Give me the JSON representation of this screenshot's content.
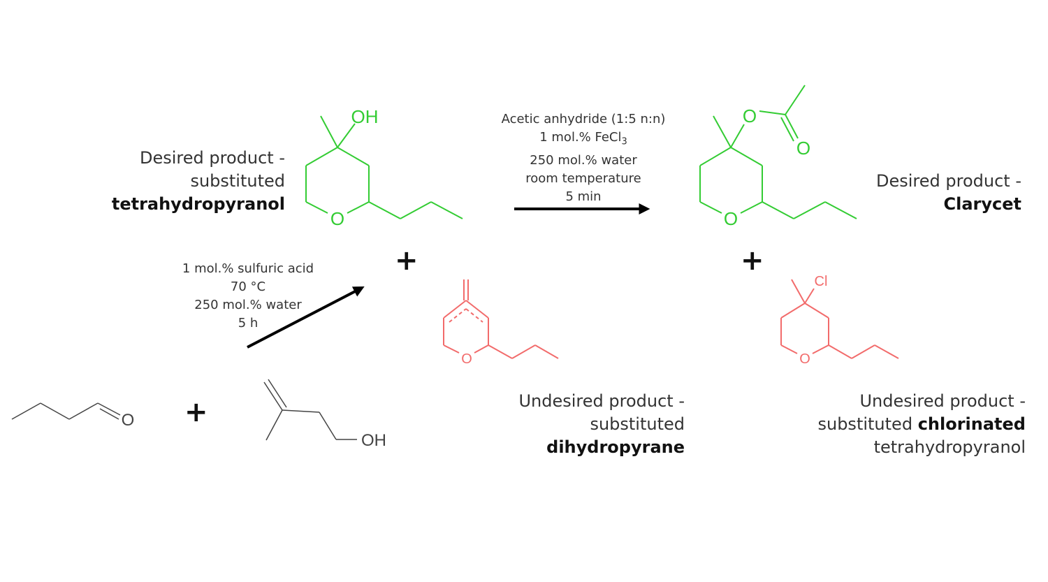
{
  "colors": {
    "desired": "#33cc33",
    "undesired": "#f26b6b",
    "reactant": "#444444",
    "arrow": "#000000"
  },
  "products": {
    "thp": {
      "line1": "Desired product -",
      "line2": "substituted",
      "line3": "tetrahydropyranol",
      "oh": "OH",
      "o": "O"
    },
    "clarycet": {
      "line1": "Desired product -",
      "line2": "Clarycet",
      "o_ring": "O",
      "o_ester": "O",
      "o_carbonyl": "O"
    },
    "dhp": {
      "line1": "Undesired product -",
      "line2": "substituted",
      "line3": "dihydropyrane",
      "o": "O"
    },
    "chloro": {
      "line1": "Undesired product -",
      "line2a": "substituted ",
      "line2b": "chlorinated",
      "line3": "tetrahydropyranol",
      "cl": "Cl",
      "o": "O"
    }
  },
  "reactants": {
    "aldehyde_o": "O",
    "alcohol_oh": "OH"
  },
  "conditions": {
    "step1": [
      "1 mol.% sulfuric acid",
      "70 °C",
      "250 mol.% water",
      "5 h"
    ],
    "step2": {
      "line1": "Acetic anhydride (1:5 n:n)",
      "line2_pre": "1 mol.% FeCl",
      "line2_sub": "3",
      "line3": "250 mol.% water",
      "line4": "room temperature",
      "line5": "5 min"
    }
  },
  "plus_sign": "+"
}
